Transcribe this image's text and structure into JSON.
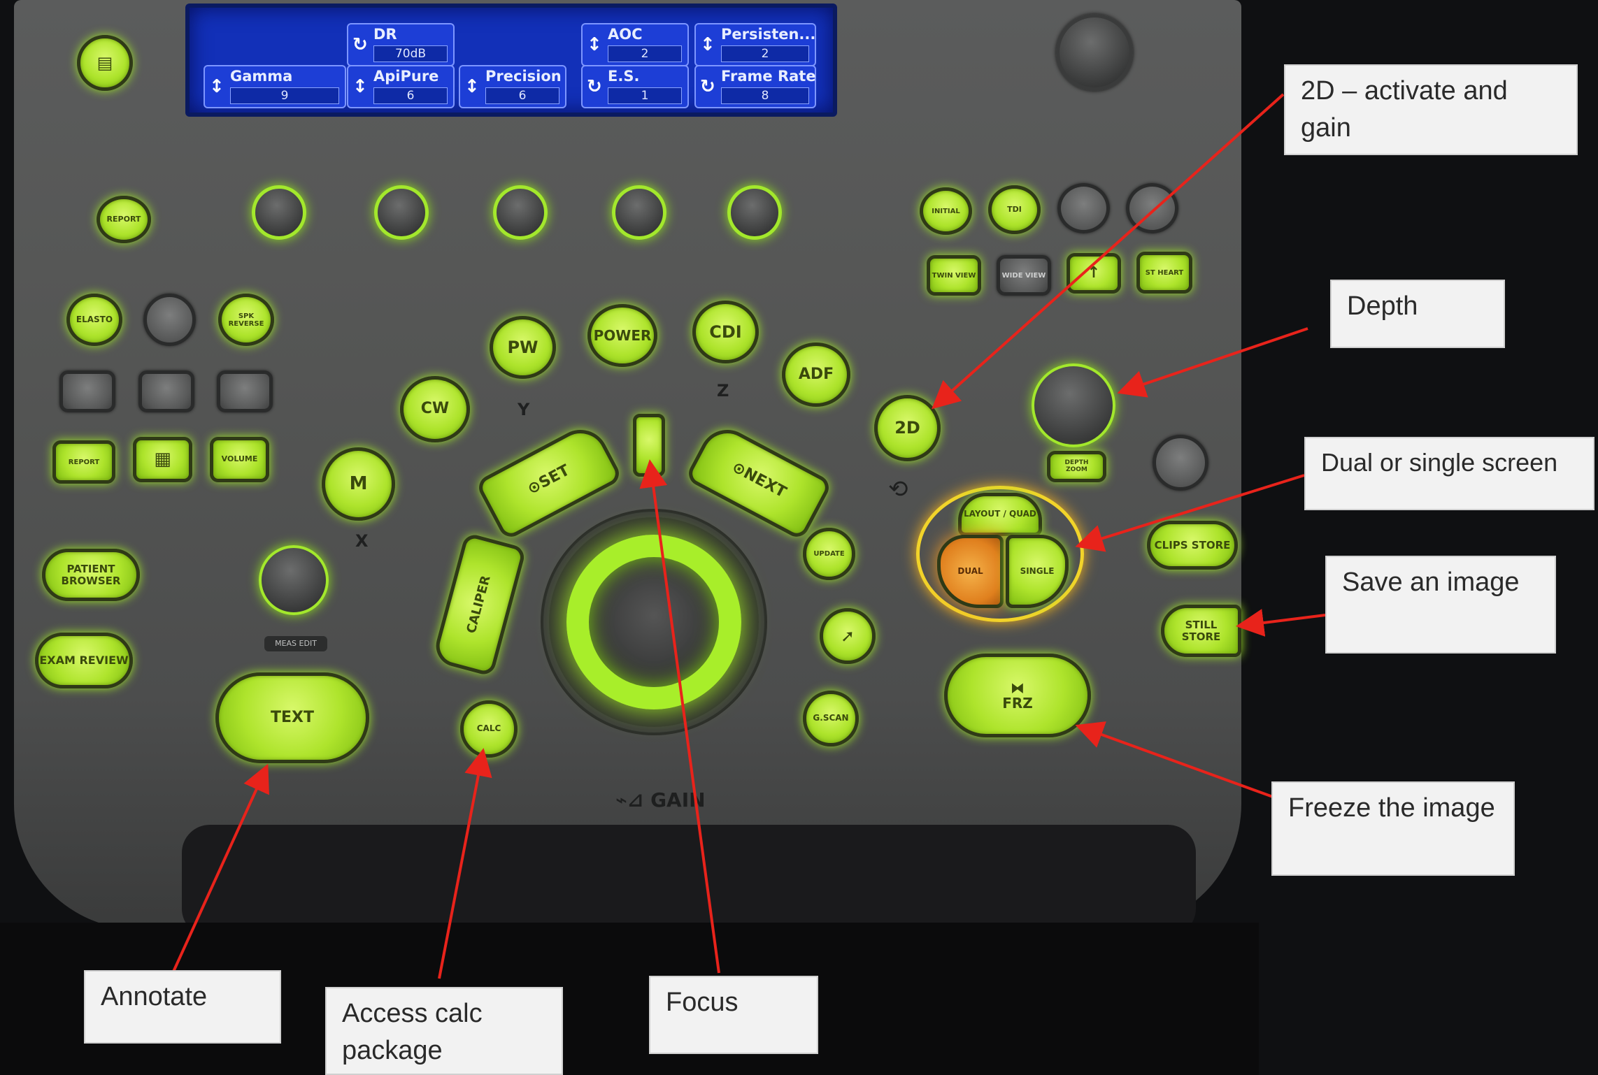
{
  "lcd": {
    "cells": [
      {
        "id": "gamma",
        "label": "Gamma",
        "value": "9",
        "icon": "updown-icon"
      },
      {
        "id": "dr",
        "label": "DR",
        "value": "70dB",
        "icon": "rotate-icon"
      },
      {
        "id": "apipure",
        "label": "ApiPure",
        "value": "6",
        "icon": "updown-icon"
      },
      {
        "id": "precision",
        "label": "Precision",
        "value": "6",
        "icon": "updown-icon"
      },
      {
        "id": "aoc",
        "label": "AOC",
        "value": "2",
        "icon": "updown-icon"
      },
      {
        "id": "es",
        "label": "E.S.",
        "value": "1",
        "icon": "rotate-icon"
      },
      {
        "id": "persistence",
        "label": "Persisten...",
        "value": "2",
        "icon": "updown-icon"
      },
      {
        "id": "framerate",
        "label": "Frame Rate",
        "value": "8",
        "icon": "rotate-icon"
      }
    ]
  },
  "buttons": {
    "report": "REPORT",
    "elasto": "ELASTO",
    "spk_reverse": "SPK REVERSE",
    "report2": "REPORT",
    "volume": "VOLUME",
    "patient_browser": "PATIENT BROWSER",
    "exam_review": "EXAM REVIEW",
    "text": "TEXT",
    "calc": "CALC",
    "caliper": "CALIPER",
    "set": "⊙SET",
    "next": "⊙NEXT",
    "m": "M",
    "cw": "CW",
    "pw": "PW",
    "power": "POWER",
    "cdi": "CDI",
    "adf": "ADF",
    "two_d": "2D",
    "update": "UPDATE",
    "g_scan": "G.SCAN",
    "frz": "FRZ",
    "still_store": "STILL STORE",
    "clips_store": "CLIPS STORE",
    "layout_quad": "LAYOUT / QUAD",
    "dual": "DUAL",
    "single": "SINGLE",
    "initial": "INITIAL",
    "tdi": "TDI",
    "twin_view": "TWIN VIEW",
    "wide_view": "WIDE VIEW",
    "st_heart": "ST HEART",
    "depth": "DEPTH",
    "zoom": "ZOOM",
    "meas_edit": "MEAS EDIT",
    "gain": "GAIN"
  },
  "axis_labels": {
    "x": "X",
    "y": "Y",
    "z": "Z"
  },
  "callouts": {
    "two_d": "2D – activate and gain",
    "depth": "Depth",
    "dual": "Dual or single screen",
    "save": "Save an image",
    "freeze": "Freeze the image",
    "annotate": "Annotate",
    "calc": "Access calc package",
    "focus": "Focus"
  },
  "colors": {
    "button_glow": "#a8ee2a",
    "lcd": "#1d3ed6",
    "arrow": "#e8231b",
    "callout_bg": "#f2f2f2"
  }
}
